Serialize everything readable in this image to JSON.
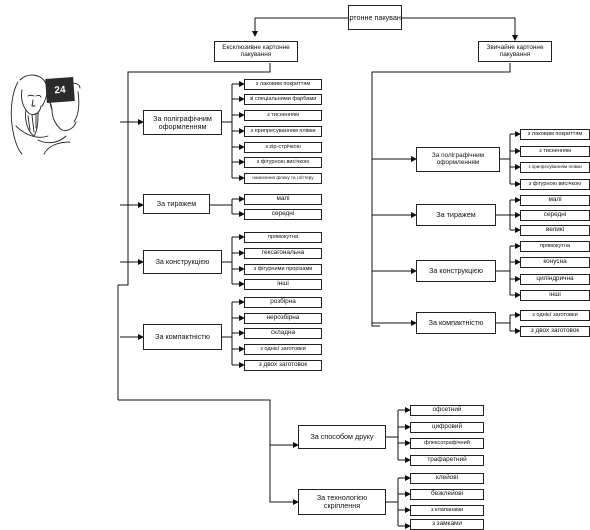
{
  "root": "Картонне пакування",
  "exclusive": {
    "title": "Ексклюзивне картонне пакування",
    "polygraphy": {
      "title": "За поліграфічним оформленням",
      "items": [
        "з лаковим покриттям",
        "зі спеціальними фарбами",
        "з тисненням",
        "з припресуванням плівки",
        "з zip-стрічкою",
        "з фігурною висічкою",
        "нанесення флоку та гліттеру"
      ]
    },
    "circulation": {
      "title": "За тиражем",
      "items": [
        "малі",
        "середні"
      ]
    },
    "construction": {
      "title": "За конструкцією",
      "items": [
        "прямокутна",
        "гексагональна",
        "з фігурними прорізами",
        "інші"
      ]
    },
    "compactness": {
      "title": "За компактністю",
      "items": [
        "розбірна",
        "нерозбірна",
        "складна",
        "з однієї заготовки",
        "з двох заготовок"
      ]
    }
  },
  "ordinary": {
    "title": "Звичайне картонне пакування",
    "polygraphy": {
      "title": "За поліграфічним оформленням",
      "items": [
        "з лаковим покриттям",
        "з тисненням",
        "з припресуванням плівки",
        "з фігурною висічкою"
      ]
    },
    "circulation": {
      "title": "За тиражем",
      "items": [
        "малі",
        "середні",
        "великі"
      ]
    },
    "construction": {
      "title": "За конструкцією",
      "items": [
        "прямокутна",
        "конусна",
        "циліндрична",
        "інші"
      ]
    },
    "compactness": {
      "title": "За компактністю",
      "items": [
        "з однієї заготовки",
        "з двох заготовок"
      ]
    }
  },
  "printing": {
    "title": "За способом друку",
    "items": [
      "офсетний",
      "цифровий",
      "флексографічний",
      "трафаретний"
    ]
  },
  "fastening": {
    "title": "За технологією скріплення",
    "items": [
      "клейові",
      "безклейові",
      "з клапанами",
      "з замками"
    ]
  },
  "illustration": {
    "sign_number": "24"
  }
}
